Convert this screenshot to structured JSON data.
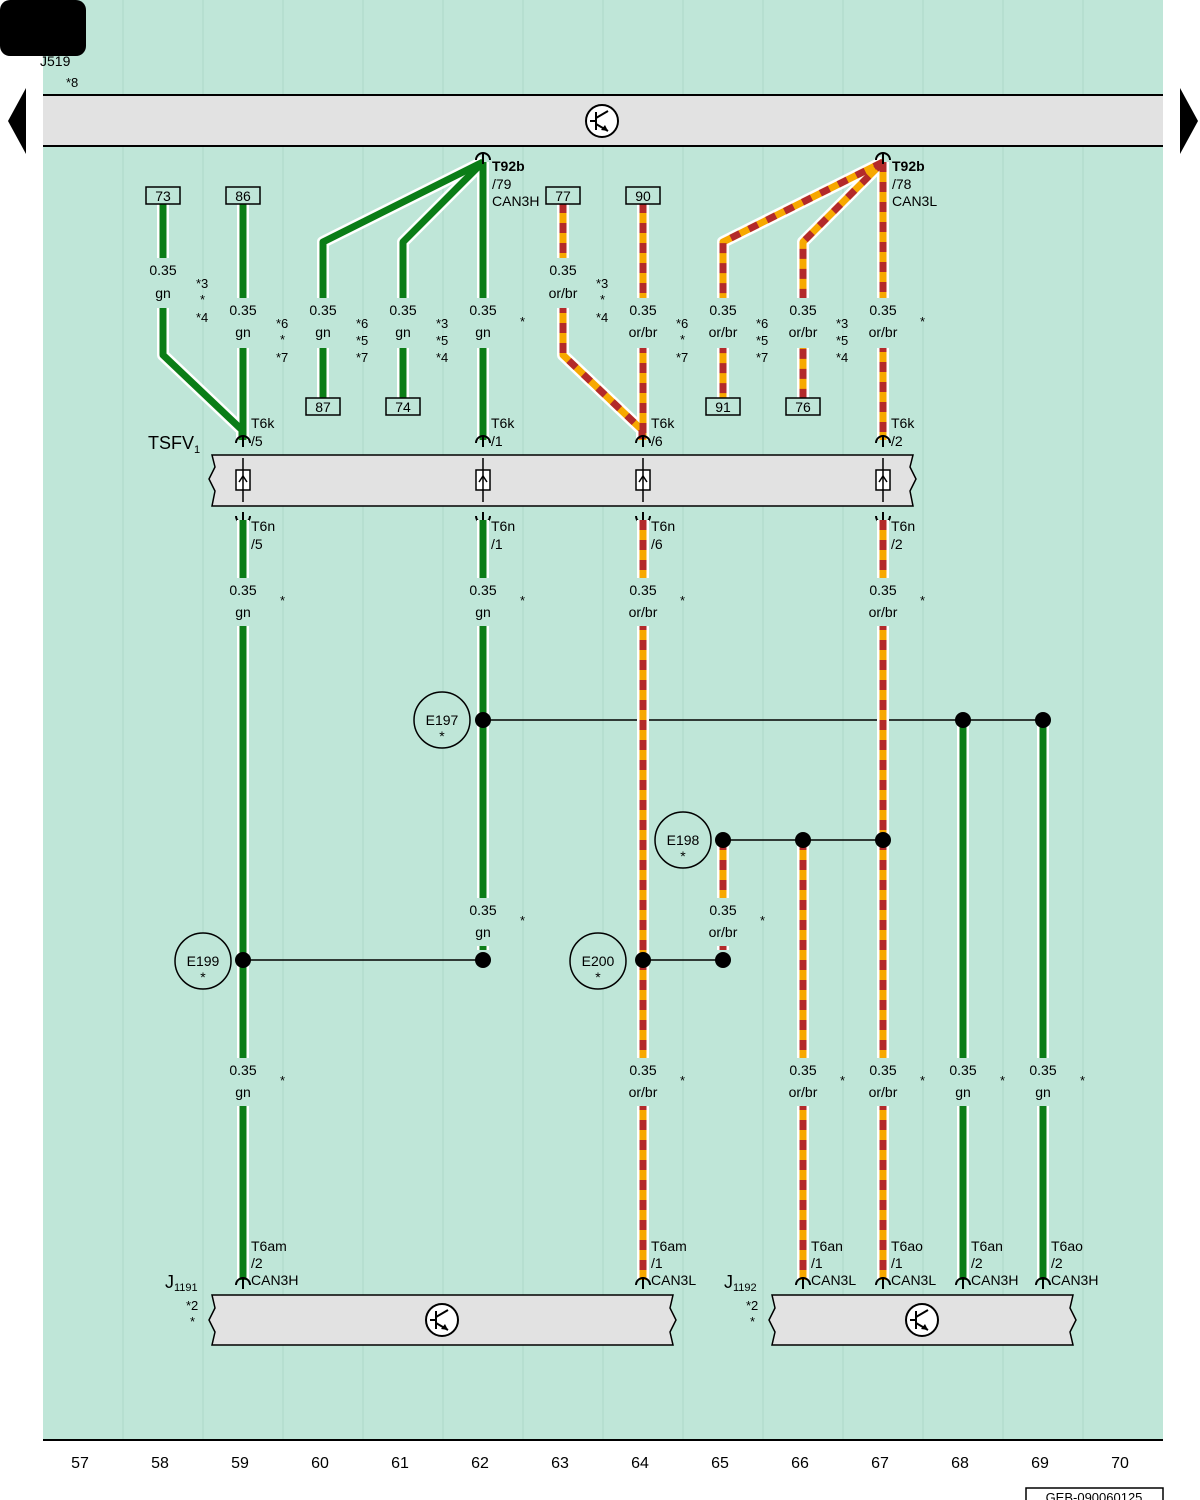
{
  "page": {
    "corner_label": "J519",
    "corner_note": "*8",
    "doc_code": "GEB-090060125",
    "tsfv_label": "TSFV",
    "tsfv_sub": "1",
    "j1191_label": "J",
    "j1191_sub": "1191",
    "j1192_label": "J",
    "j1192_sub": "1192",
    "j1191_notes": [
      "*2",
      "*"
    ],
    "j1192_notes": [
      "*2",
      "*"
    ]
  },
  "columns": [
    "57",
    "58",
    "59",
    "60",
    "61",
    "62",
    "63",
    "64",
    "65",
    "66",
    "67",
    "68",
    "69",
    "70"
  ],
  "connectors_top": [
    {
      "id": "t92b-79",
      "lines": [
        "T92b",
        "/79",
        "CAN3H"
      ]
    },
    {
      "id": "t92b-78",
      "lines": [
        "T92b",
        "/78",
        "CAN3L"
      ]
    }
  ],
  "terminal_boxes": [
    "73",
    "86",
    "87",
    "74",
    "77",
    "90",
    "91",
    "76"
  ],
  "wire_labels": {
    "size": "0.35",
    "gn": "gn",
    "orbr": "or/br"
  },
  "upper_notes": {
    "c58": [
      "*3",
      "*",
      "*4"
    ],
    "c60": [
      "*6",
      "*",
      "*7"
    ],
    "c61": [
      "*6",
      "*5",
      "*7"
    ],
    "c62": [
      "*3",
      "*5",
      "*4"
    ],
    "c63": [
      "*"
    ],
    "c64": [
      "*3",
      "*",
      "*4"
    ],
    "c65": [
      "*6",
      "*",
      "*7"
    ],
    "c66": [
      "*6",
      "*5",
      "*7"
    ],
    "c67": [
      "*3",
      "*5",
      "*4"
    ],
    "c68": [
      "*"
    ]
  },
  "tsfv_pins_top": [
    {
      "id": "t6k-5",
      "lines": [
        "T6k",
        "/5"
      ]
    },
    {
      "id": "t6k-1",
      "lines": [
        "T6k",
        "/1"
      ]
    },
    {
      "id": "t6k-6",
      "lines": [
        "T6k",
        "/6"
      ]
    },
    {
      "id": "t6k-2",
      "lines": [
        "T6k",
        "/2"
      ]
    }
  ],
  "tsfv_pins_bottom": [
    {
      "id": "t6n-5",
      "lines": [
        "T6n",
        "/5"
      ]
    },
    {
      "id": "t6n-1",
      "lines": [
        "T6n",
        "/1"
      ]
    },
    {
      "id": "t6n-6",
      "lines": [
        "T6n",
        "/6"
      ]
    },
    {
      "id": "t6n-2",
      "lines": [
        "T6n",
        "/2"
      ]
    }
  ],
  "splices": [
    {
      "id": "E197",
      "note": "*"
    },
    {
      "id": "E198",
      "note": "*"
    },
    {
      "id": "E199",
      "note": "*"
    },
    {
      "id": "E200",
      "note": "*"
    }
  ],
  "bottom_pins": [
    {
      "id": "t6am-2",
      "lines": [
        "T6am",
        "/2",
        "CAN3H"
      ]
    },
    {
      "id": "t6am-1",
      "lines": [
        "T6am",
        "/1",
        "CAN3L"
      ]
    },
    {
      "id": "t6an-1",
      "lines": [
        "T6an",
        "/1",
        "CAN3L"
      ]
    },
    {
      "id": "t6ao-1",
      "lines": [
        "T6ao",
        "/1",
        "CAN3L"
      ]
    },
    {
      "id": "t6an-2",
      "lines": [
        "T6an",
        "/2",
        "CAN3H"
      ]
    },
    {
      "id": "t6ao-2",
      "lines": [
        "T6ao",
        "/2",
        "CAN3H"
      ]
    }
  ],
  "colors": {
    "background": "#bfe6d8",
    "component_fill": "#e2e2e2",
    "wire_green": "#0b7d17",
    "wire_orange": "#f7a800",
    "wire_brown": "#b32a2a",
    "black_tab": "#000000"
  },
  "icons": [
    "transistor-symbol-icon",
    "arrow-left-icon",
    "arrow-right-icon"
  ]
}
